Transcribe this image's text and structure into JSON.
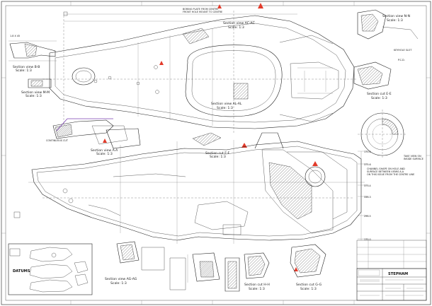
{
  "sections": [
    {
      "id": "bb",
      "title": "Section view B-B",
      "scale": "Scale: 1:3"
    },
    {
      "id": "mm",
      "title": "Section view M-M",
      "scale": "Scale: 1:3"
    },
    {
      "id": "aa",
      "title": "Section view A-A",
      "scale": "Scale: 1:3"
    },
    {
      "id": "alal",
      "title": "Section view AL-AL",
      "scale": "Scale: 1:3"
    },
    {
      "id": "acac",
      "title": "Section view AC-AC",
      "scale": "Scale: 1:3"
    },
    {
      "id": "ff",
      "title": "Section cut F-F",
      "scale": "Scale: 1:3"
    },
    {
      "id": "nn",
      "title": "Section view N-N",
      "scale": "Scale: 1:3"
    },
    {
      "id": "ee",
      "title": "Section cut E-E",
      "scale": "Scale: 1:3"
    },
    {
      "id": "agag",
      "title": "Section view AG-AG",
      "scale": "Scale: 1:3"
    },
    {
      "id": "hh",
      "title": "Section cut H-H",
      "scale": "Scale: 1:3"
    },
    {
      "id": "gg",
      "title": "Section cut G-G",
      "scale": "Scale: 1:3"
    }
  ],
  "datums_label": "DATUMS",
  "title_block": {
    "company": "STEPHAM",
    "rows": [
      "",
      "",
      "",
      ""
    ]
  },
  "dims_right": [
    "170.6",
    "375.6",
    "373.4",
    "336.3",
    "296.5",
    "170.0"
  ],
  "colors": {
    "line": "#222222",
    "accent_purple": "#7a3fb0",
    "warning_red": "#e23a2a",
    "background": "#ffffff"
  }
}
